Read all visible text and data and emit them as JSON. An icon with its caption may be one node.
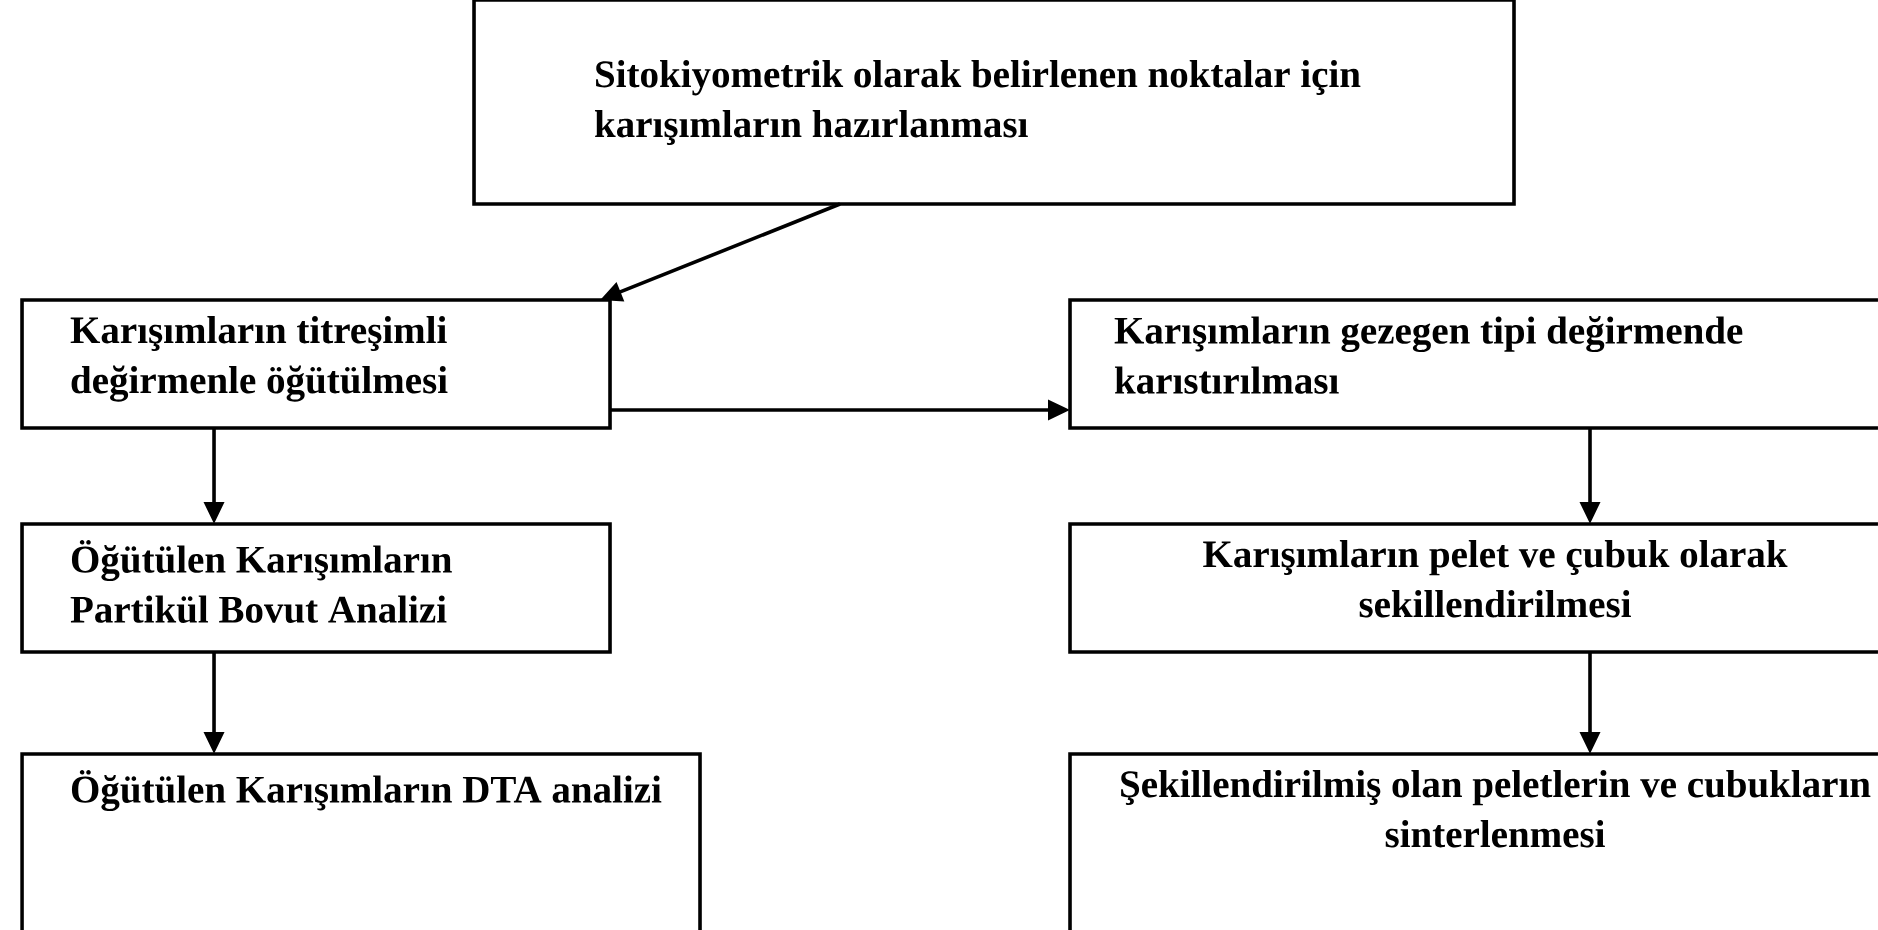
{
  "diagram": {
    "nodes": [
      {
        "text": [
          "Sitokiyometrik olarak belirlenen noktalar için karışımların hazırlanması"
        ]
      },
      {
        "text": [
          "Karışımların titreşimli değirmenle öğütülmesi"
        ]
      },
      {
        "text": [
          "Karışımların gezegen tipi değirmende karıstırılması"
        ]
      },
      {
        "text": [
          "Öğütülen Karışımların Partikül Bovut Analizi"
        ]
      },
      {
        "text": [
          "Karışımların pelet ve çubuk olarak sekillendirilmesi"
        ]
      },
      {
        "text": [
          "Öğütülen Karışımların DTA analizi"
        ]
      },
      {
        "text": [
          "Şekillendirilmiş olan peletlerin ve cubukların sinterlenmesi"
        ]
      }
    ],
    "edges": [
      {
        "from": 0,
        "to": 1,
        "arrow": "to"
      },
      {
        "from": 1,
        "to": 2,
        "arrow": "to"
      },
      {
        "from": 1,
        "to": 3,
        "arrow": "to"
      },
      {
        "from": 3,
        "to": 5,
        "arrow": "to"
      },
      {
        "from": 2,
        "to": 4,
        "arrow": "to"
      },
      {
        "from": 4,
        "to": 6,
        "arrow": "to"
      }
    ]
  }
}
